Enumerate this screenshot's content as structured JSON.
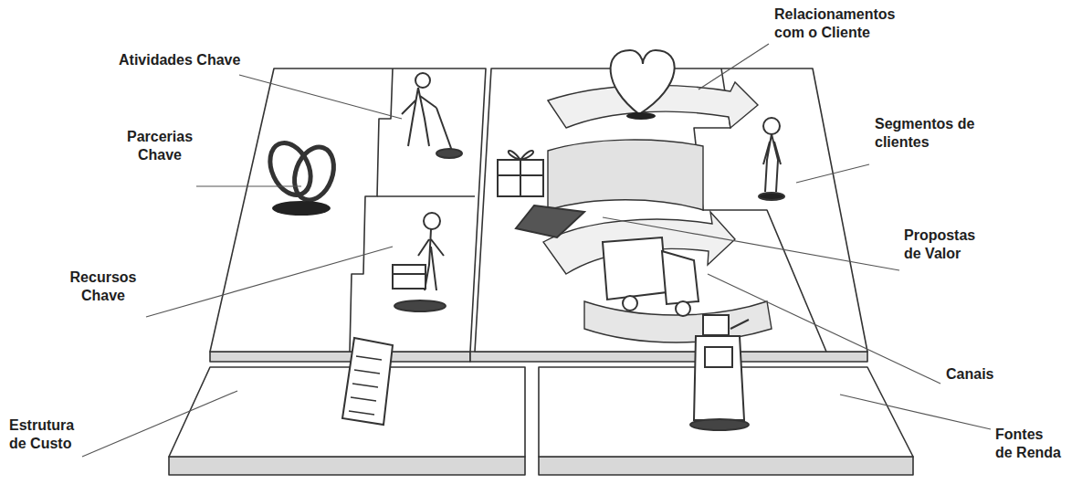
{
  "diagram": {
    "labels": [
      "Atividades Chave",
      "Relacionamentos com o Cliente",
      "Parcerias Chave",
      "Segmentos de clientes",
      "Propostas de Valor",
      "Recursos Chave",
      "Canais",
      "Estrutura de Custo",
      "Fontes de Renda"
    ]
  }
}
